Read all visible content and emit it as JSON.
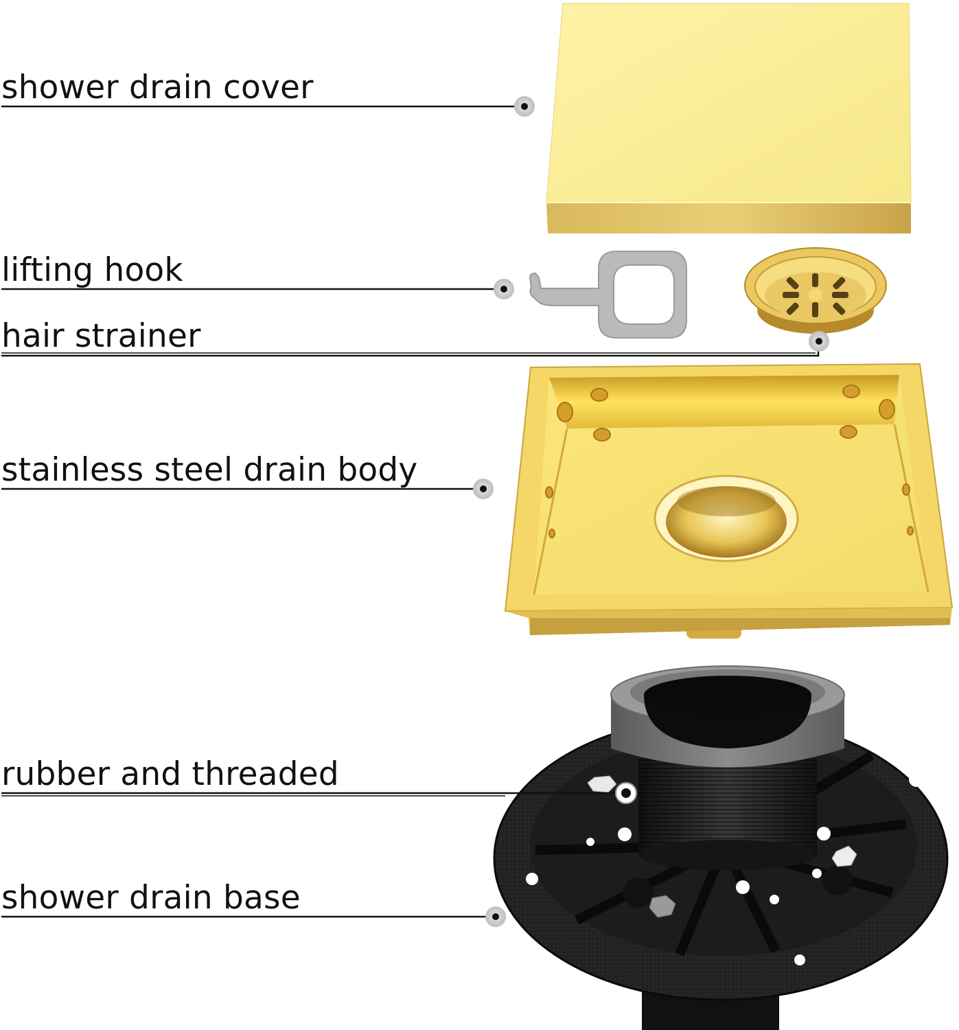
{
  "callouts": [
    {
      "id": "cover",
      "text": "shower drain cover"
    },
    {
      "id": "hook",
      "text": "lifting hook"
    },
    {
      "id": "strainer",
      "text": "hair strainer"
    },
    {
      "id": "body",
      "text": "stainless steel drain body"
    },
    {
      "id": "threaded",
      "text": "rubber and threaded"
    },
    {
      "id": "base",
      "text": "shower drain base"
    }
  ],
  "colors": {
    "gold": "#f6e889",
    "gold_shadow": "#d6b65a",
    "gold_deep": "#b8892c",
    "hook_gray": "#bcbcbc",
    "base_black": "#1a1a1a",
    "rubber_gray": "#808080",
    "leader_line": "#111111",
    "dot_halo": "#c8c8c8"
  }
}
